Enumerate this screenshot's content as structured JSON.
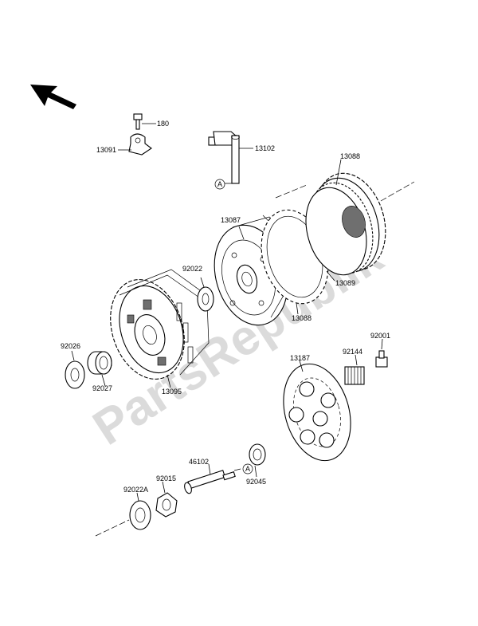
{
  "labels": {
    "p180": "180",
    "p13091": "13091",
    "p13102": "13102",
    "p13088_top": "13088",
    "p13087": "13087",
    "p92022": "92022",
    "p13089": "13089",
    "p13088_mid": "13088",
    "p92001": "92001",
    "p92144": "92144",
    "p13187": "13187",
    "p92026": "92026",
    "p92027": "92027",
    "p13095": "13095",
    "p46102": "46102",
    "p92015": "92015",
    "p92045": "92045",
    "p92022A": "92022A",
    "ref_a1": "A",
    "ref_a2": "A"
  },
  "watermark": "PartsRepublik",
  "colors": {
    "line": "#000000",
    "watermark": "#bfbfbf"
  }
}
